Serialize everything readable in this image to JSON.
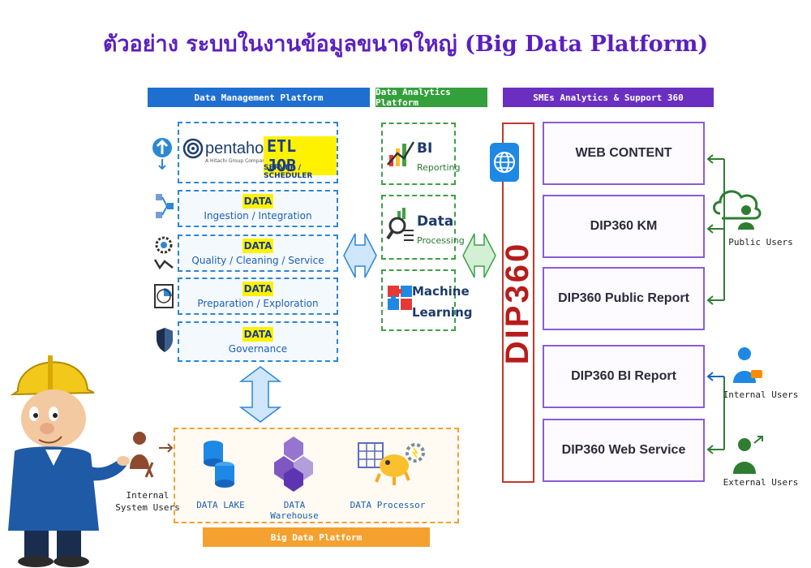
{
  "title": "ตัวอย่าง ระบบในงานข้อมูลขนาดใหญ่ (Big Data Platform)",
  "headers": {
    "data_management": "Data Management Platform",
    "data_analytics": "Data Analytics Platform",
    "smes": "SMEs Analytics & Support 360",
    "big_data": "Big Data Platform"
  },
  "etl": {
    "brand": "pentaho",
    "brand_sub": "A Hitachi Group Company",
    "job": "ETL JOB",
    "job_sub": "SERVER / SCHEDULER"
  },
  "data_management_items": [
    {
      "tag": "DATA",
      "label": "Ingestion / Integration"
    },
    {
      "tag": "DATA",
      "label": "Quality / Cleaning / Service"
    },
    {
      "tag": "DATA",
      "label": "Preparation / Exploration"
    },
    {
      "tag": "DATA",
      "label": "Governance"
    }
  ],
  "analytics_items": [
    {
      "title": "BI",
      "sub": "Reporting"
    },
    {
      "title": "Data",
      "sub": "Processing"
    },
    {
      "title": "Machine",
      "sub": "Learning"
    }
  ],
  "dip_label": "DIP360",
  "sme_items": [
    "WEB CONTENT",
    "DIP360 KM",
    "DIP360 Public Report",
    "DIP360 BI Report",
    "DIP360 Web Service"
  ],
  "users": {
    "public": "Public Users",
    "internal": "Internal Users",
    "external": "External Users",
    "internal_system_1": "Internal",
    "internal_system_2": "System Users"
  },
  "big_data_items": [
    "DATA LAKE",
    "DATA Warehouse",
    "DATA Processor"
  ],
  "colors": {
    "title": "#5b1fc0",
    "dm_blue": "#1f6fd1",
    "da_green": "#34a03c",
    "sme_purple": "#6a2fc0",
    "bd_orange": "#f4a130",
    "dip_red": "#b71c1c"
  }
}
